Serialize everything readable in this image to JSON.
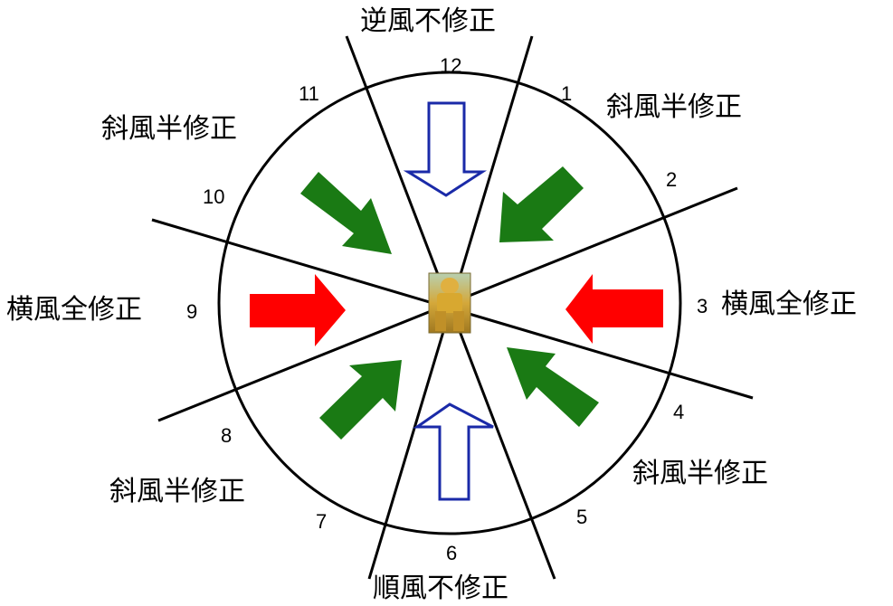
{
  "clock_numbers": {
    "n1": "1",
    "n2": "2",
    "n3": "3",
    "n4": "4",
    "n5": "5",
    "n6": "6",
    "n7": "7",
    "n8": "8",
    "n9": "9",
    "n10": "10",
    "n11": "11",
    "n12": "12"
  },
  "labels": {
    "head": "逆風不修正",
    "tail": "順風不修正",
    "right_cross": "横風全修正",
    "left_cross": "横風全修正",
    "upper_right_oblique": "斜風半修正",
    "upper_left_oblique": "斜風半修正",
    "lower_right_oblique": "斜風半修正",
    "lower_left_oblique": "斜風半修正"
  },
  "colors": {
    "headtail_arrow": "#1a2aa8",
    "crosswind_arrow": "#ff0000",
    "oblique_arrow": "#1a7a14",
    "center_icon": "#c8a040"
  },
  "icons": {
    "center": "shooter-figure-icon"
  }
}
